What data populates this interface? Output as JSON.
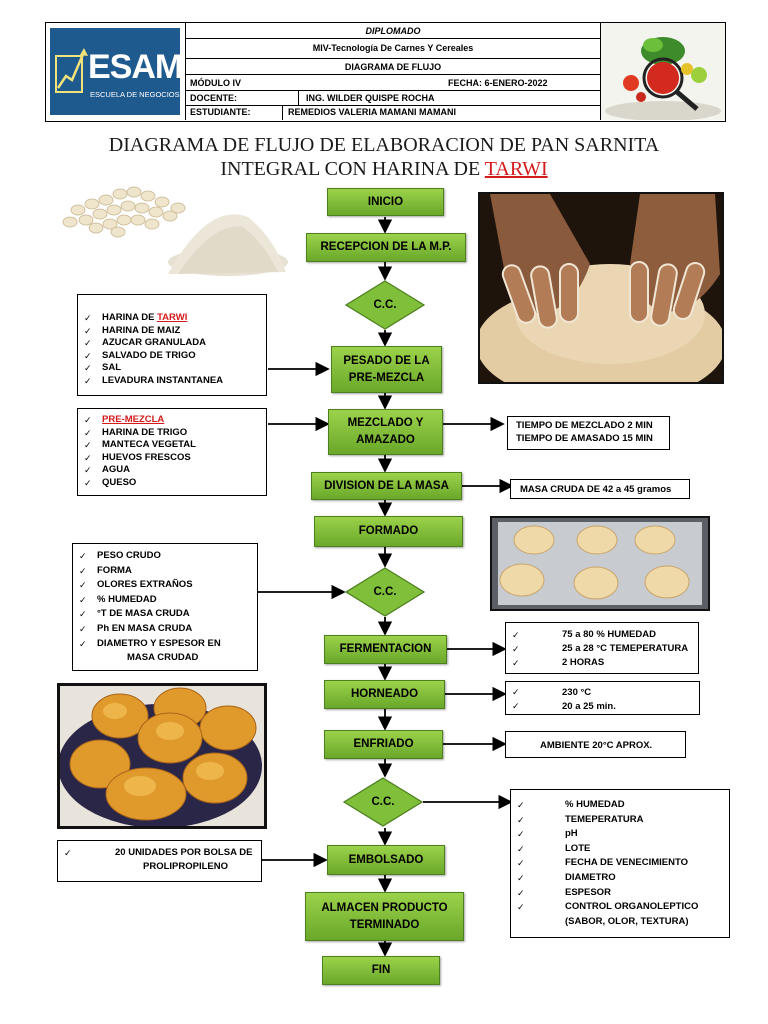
{
  "header": {
    "program": "DIPLOMADO",
    "course": "MIV-Tecnología De Carnes Y Cereales",
    "document": "DIAGRAMA DE FLUJO",
    "module_label": "MÓDULO IV",
    "date": "FECHA: 6-ENERO-2022",
    "teacher_label": "DOCENTE:",
    "teacher": "ING. WILDER QUISPE ROCHA",
    "student_label": "ESTUDIANTE:",
    "student": "REMEDIOS VALERIA MAMANI MAMANI",
    "logo_text": "ESAM",
    "logo_subtext": "ESCUELA DE NEGOCIOS"
  },
  "title": {
    "line1": "DIAGRAMA DE FLUJO DE ELABORACION DE PAN SARNITA",
    "line2_prefix": "INTEGRAL CON HARINA DE ",
    "line2_highlight": "TARWI"
  },
  "steps": {
    "inicio": "INICIO",
    "recepcion": "RECEPCION DE LA M.P.",
    "cc1": "C.C.",
    "pesado_1": "PESADO DE LA",
    "pesado_2": "PRE-MEZCLA",
    "mezclado_1": "MEZCLADO Y",
    "mezclado_2": "AMAZADO",
    "division": "DIVISION DE LA MASA",
    "formado": "FORMADO",
    "cc2": "C.C.",
    "fermentacion": "FERMENTACION",
    "horneado": "HORNEADO",
    "enfriado": "ENFRIADO",
    "cc3": "C.C.",
    "embolsado": "EMBOLSADO",
    "almacen_1": "ALMACEN PRODUCTO",
    "almacen_2": "TERMINADO",
    "fin": "FIN"
  },
  "notes": {
    "premezcla": {
      "first_prefix": "HARINA DE ",
      "first_highlight": "TARWI",
      "items": [
        "HARINA DE MAIZ",
        "AZUCAR GRANULADA",
        "SALVADO DE TRIGO",
        "SAL",
        "LEVADURA INSTANTANEA"
      ]
    },
    "mezcla": {
      "first_highlight": "PRE-MEZCLA",
      "items": [
        "HARINA DE TRIGO",
        "MANTECA VEGETAL",
        "HUEVOS FRESCOS",
        "AGUA",
        "QUESO"
      ]
    },
    "tiempos": [
      "TIEMPO DE MEZCLADO 2 MIN",
      "TIEMPO DE AMASADO 15 MIN"
    ],
    "masa_cruda": "MASA CRUDA DE 42 a 45 gramos",
    "control_masa": [
      "PESO CRUDO",
      "FORMA",
      " OLORES EXTRAÑOS",
      "% HUMEDAD",
      "°T DE MASA CRUDA",
      "Ph EN MASA CRUDA",
      "DIAMETRO Y ESPESOR EN"
    ],
    "control_masa_tail": "MASA CRUDAD",
    "fermentacion": [
      "75 a 80 % HUMEDAD",
      "25 a 28 °C TEMEPERATURA",
      "2 HORAS"
    ],
    "horneado": [
      "230 °C",
      "20 a 25 min."
    ],
    "enfriado": "AMBIENTE 20°C APROX.",
    "embolsado_1": "20 UNIDADES POR BOLSA DE",
    "embolsado_2": "PROLIPROPILENO",
    "control_final": [
      "% HUMEDAD",
      "TEMEPERATURA",
      "pH",
      "LOTE",
      "FECHA DE VENECIMIENTO",
      "DIAMETRO",
      "ESPESOR",
      "CONTROL ORGANOLEPTICO"
    ],
    "control_final_tail": "(SABOR, OLOR, TEXTURA)"
  },
  "colors": {
    "process_green": "#7fbf3a",
    "highlight_red": "#d41a1a",
    "logo_blue": "#1f5a8f"
  }
}
